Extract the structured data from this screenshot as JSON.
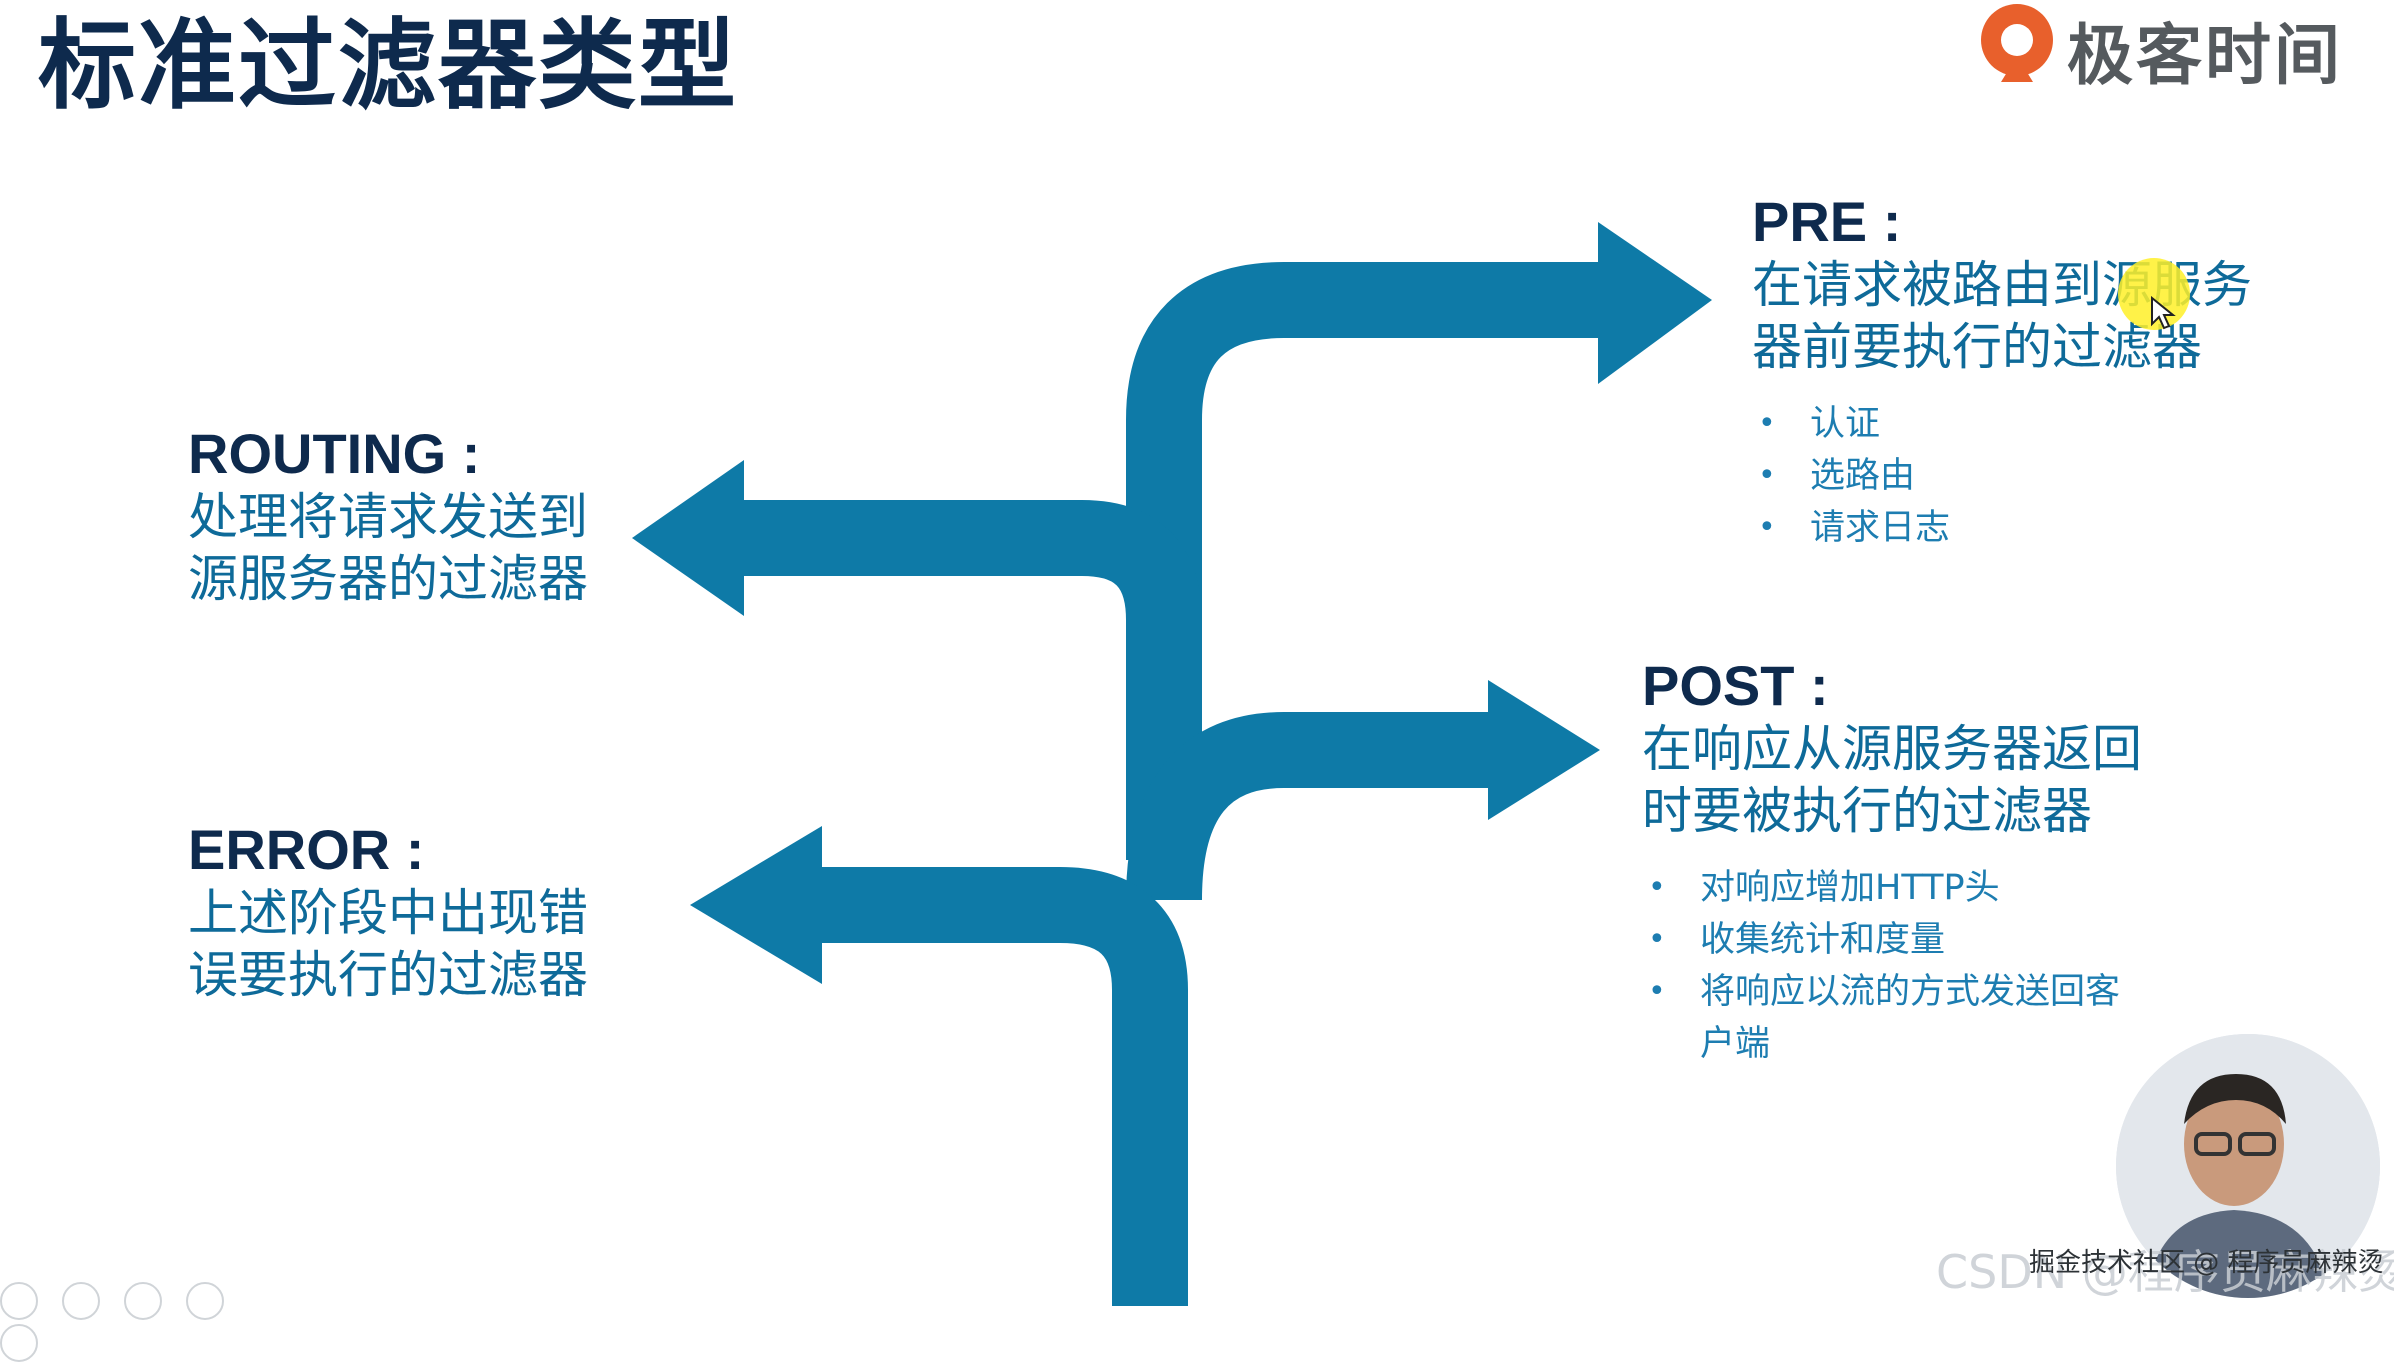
{
  "title": "标准过滤器类型",
  "logo": {
    "text": "极客时间",
    "icon": "geektime-logo-icon",
    "accent": "#e8602c"
  },
  "colors": {
    "arrow": "#0e7aa7",
    "heading": "#0e2a4d",
    "text": "#0e6a99",
    "bullet": "#1d7db1"
  },
  "pre": {
    "heading": "PRE :",
    "desc_line1": "在请求被路由到源服务",
    "desc_line2": "器前要执行的过滤器",
    "bullets": [
      "认证",
      "选路由",
      "请求日志"
    ]
  },
  "routing": {
    "heading": "ROUTING :",
    "desc_line1": "处理将请求发送到",
    "desc_line2": "源服务器的过滤器"
  },
  "post": {
    "heading": "POST :",
    "desc_line1": "在响应从源服务器返回",
    "desc_line2": "时要被执行的过滤器",
    "bullets": [
      "对响应增加HTTP头",
      "收集统计和度量",
      "将响应以流的方式发送回客"
    ],
    "bullet_continuation": "户端"
  },
  "error": {
    "heading": "ERROR :",
    "desc_line1": "上述阶段中出现错",
    "desc_line2": "误要执行的过滤器"
  },
  "bullet_glyph": "•",
  "watermark": {
    "back": "CSDN @程序员麻辣烫",
    "front": "掘金技术社区 @ 程序员麻辣烫"
  }
}
